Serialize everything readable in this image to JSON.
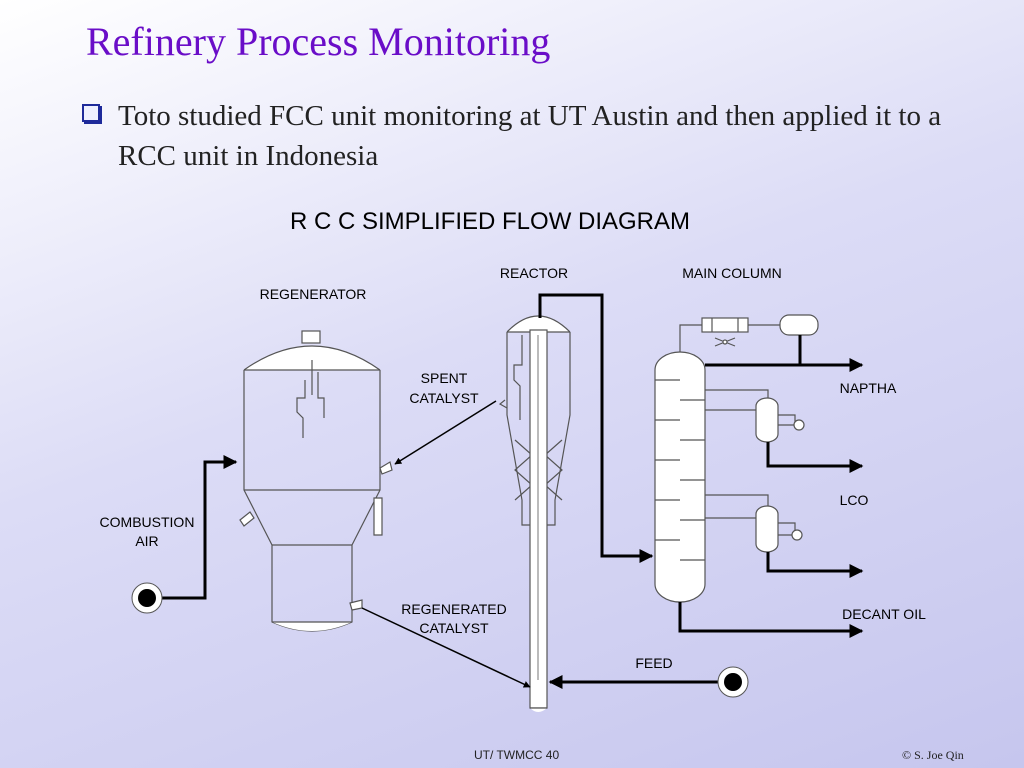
{
  "slide": {
    "title": "Refinery Process Monitoring",
    "bullet": "Toto studied FCC unit monitoring at UT Austin and then applied it to a RCC unit in Indonesia"
  },
  "diagram": {
    "heading": "R C C SIMPLIFIED FLOW DIAGRAM",
    "labels": {
      "regenerator": "REGENERATOR",
      "reactor": "REACTOR",
      "main_column": "MAIN COLUMN",
      "spent_catalyst_1": "SPENT",
      "spent_catalyst_2": "CATALYST",
      "naptha": "NAPTHA",
      "lco": "LCO",
      "decant_oil": "DECANT OIL",
      "combustion_air_1": "COMBUSTION",
      "combustion_air_2": "AIR",
      "regenerated_catalyst_1": "REGENERATED",
      "regenerated_catalyst_2": "CATALYST",
      "feed": "FEED"
    }
  },
  "footer": {
    "left": "UT/ TWMCC  40",
    "right": "© S. Joe Qin"
  }
}
